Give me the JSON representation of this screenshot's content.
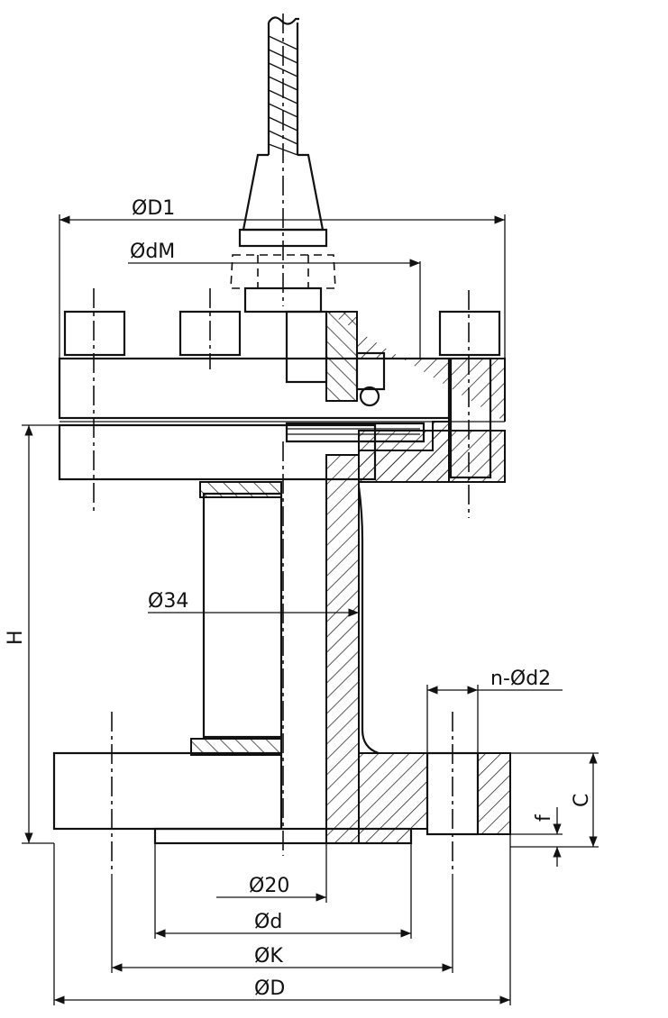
{
  "dimensions": {
    "D1": "ØD1",
    "dM": "ØdM",
    "d34": "Ø34",
    "H": "H",
    "nd2": "n-Ød2",
    "C": "C",
    "f": "f",
    "d20": "Ø20",
    "d": "Ød",
    "K": "ØK",
    "D": "ØD"
  }
}
